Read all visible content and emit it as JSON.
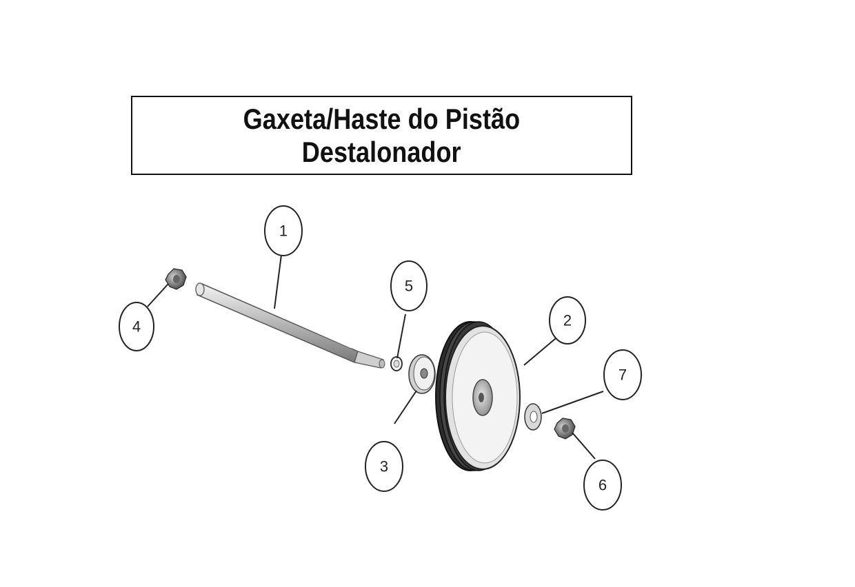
{
  "title": {
    "line1": "Gaxeta/Haste do Pistão",
    "line2": "Destalonador"
  },
  "callouts": [
    "1",
    "2",
    "3",
    "4",
    "5",
    "6",
    "7"
  ]
}
